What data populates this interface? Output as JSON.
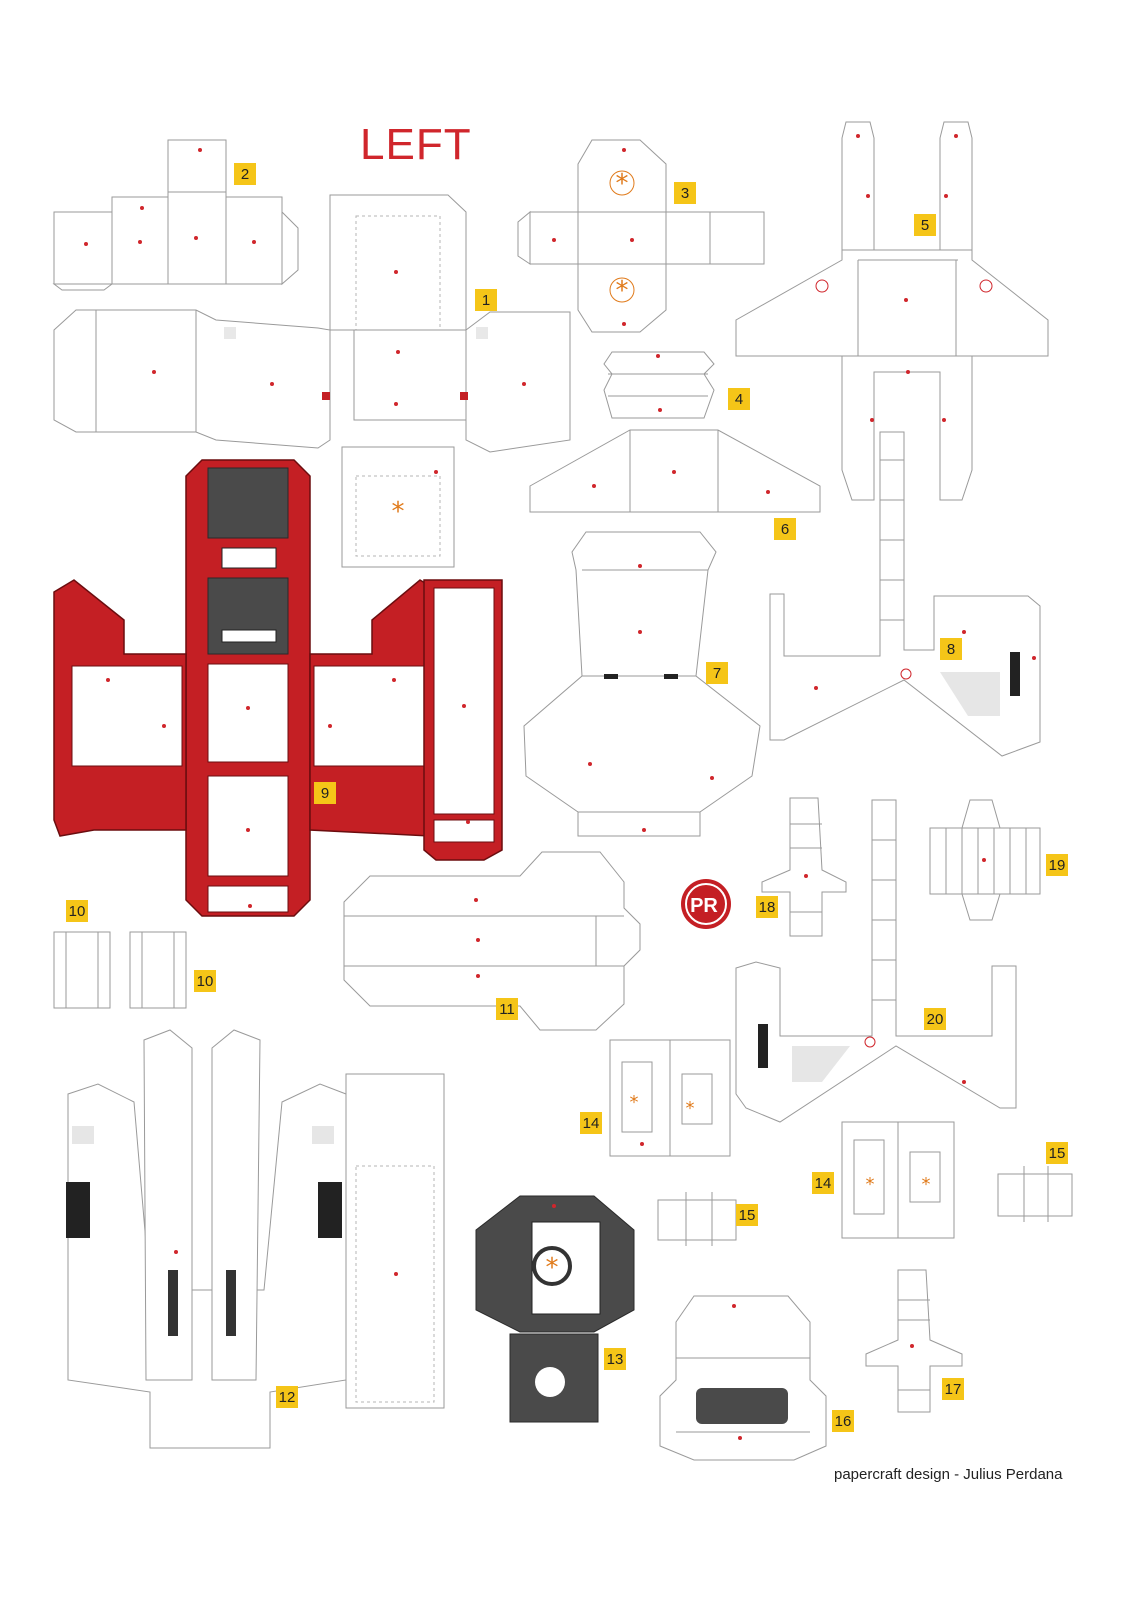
{
  "sheet": {
    "title": "LEFT",
    "credit": "papercraft design - Julius Perdana",
    "logo_text": "PR",
    "piece_labels": [
      "1",
      "2",
      "3",
      "4",
      "5",
      "6",
      "7",
      "8",
      "9",
      "10",
      "10",
      "11",
      "12",
      "13",
      "14",
      "14",
      "15",
      "15",
      "16",
      "17",
      "18",
      "19",
      "20"
    ]
  },
  "colors": {
    "cut_line": "#9a9a9a",
    "glue_dot": "#d0262c",
    "label_fill": "#f5c518",
    "accent_red": "#c41f24",
    "dark_gray": "#4a4a4a",
    "asterisk_orange": "#e07a1a"
  }
}
